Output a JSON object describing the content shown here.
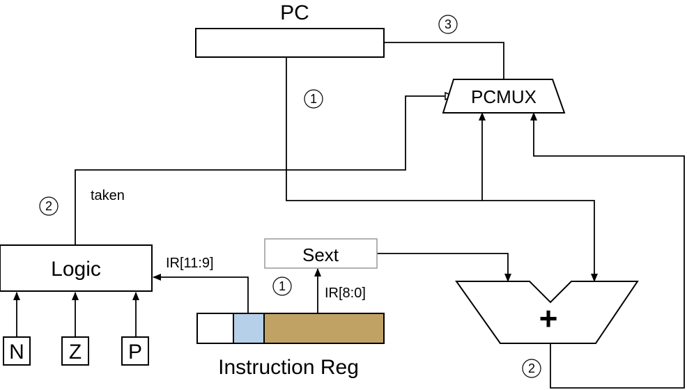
{
  "labels": {
    "pc": "PC",
    "pcmux": "PCMUX",
    "logic": "Logic",
    "sext": "Sext",
    "adder": "+",
    "instruction_reg": "Instruction Reg",
    "taken": "taken",
    "ir_11_9": "IR[11:9]",
    "ir_8_0": "IR[8:0]",
    "flag_n": "N",
    "flag_z": "Z",
    "flag_p": "P"
  },
  "steps": {
    "pc_out": "1",
    "ir_sext": "1",
    "taken": "2",
    "adder_out": "2",
    "pcmux_out": "3"
  },
  "colors": {
    "ir_field_cc": "#b5d0e8",
    "ir_field_offset": "#bfa264",
    "sext_border": "#999999"
  }
}
